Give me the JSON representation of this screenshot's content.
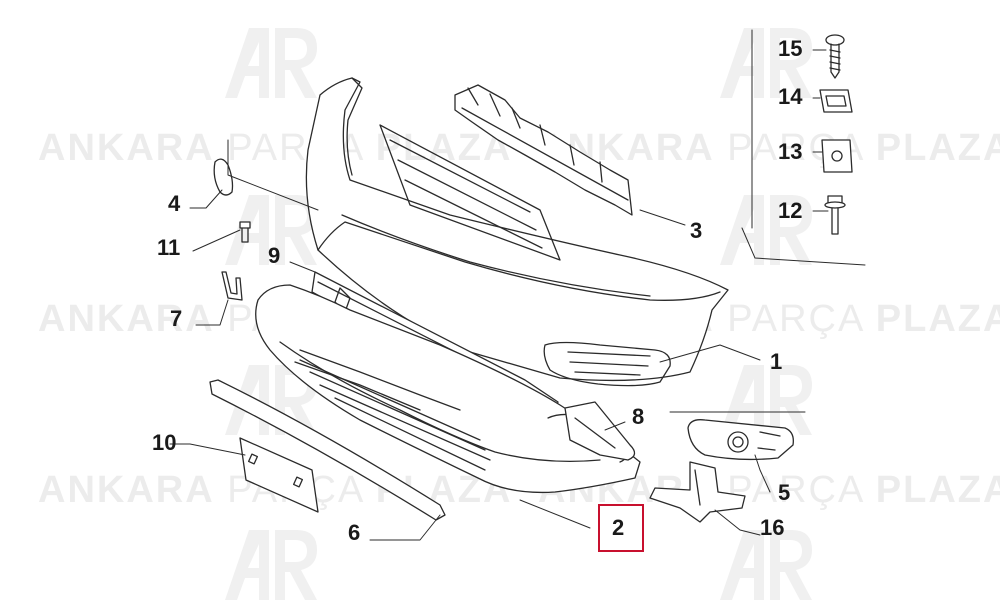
{
  "watermark": {
    "brand_a": "ANKARA",
    "brand_b": "PARÇA",
    "brand_c": "PLAZA"
  },
  "callouts": [
    {
      "id": "1",
      "label": "1"
    },
    {
      "id": "2",
      "label": "2",
      "highlighted": true
    },
    {
      "id": "3",
      "label": "3"
    },
    {
      "id": "4",
      "label": "4"
    },
    {
      "id": "5",
      "label": "5"
    },
    {
      "id": "6",
      "label": "6"
    },
    {
      "id": "7",
      "label": "7"
    },
    {
      "id": "9",
      "label": "9"
    },
    {
      "id": "8",
      "label": "8"
    },
    {
      "id": "10",
      "label": "10"
    },
    {
      "id": "11",
      "label": "11"
    },
    {
      "id": "12",
      "label": "12"
    },
    {
      "id": "13",
      "label": "13"
    },
    {
      "id": "14",
      "label": "14"
    },
    {
      "id": "15",
      "label": "15"
    },
    {
      "id": "16",
      "label": "16"
    }
  ],
  "colors": {
    "line": "#2b2b2b",
    "highlight": "#c8102e",
    "watermark": "#ececec"
  }
}
